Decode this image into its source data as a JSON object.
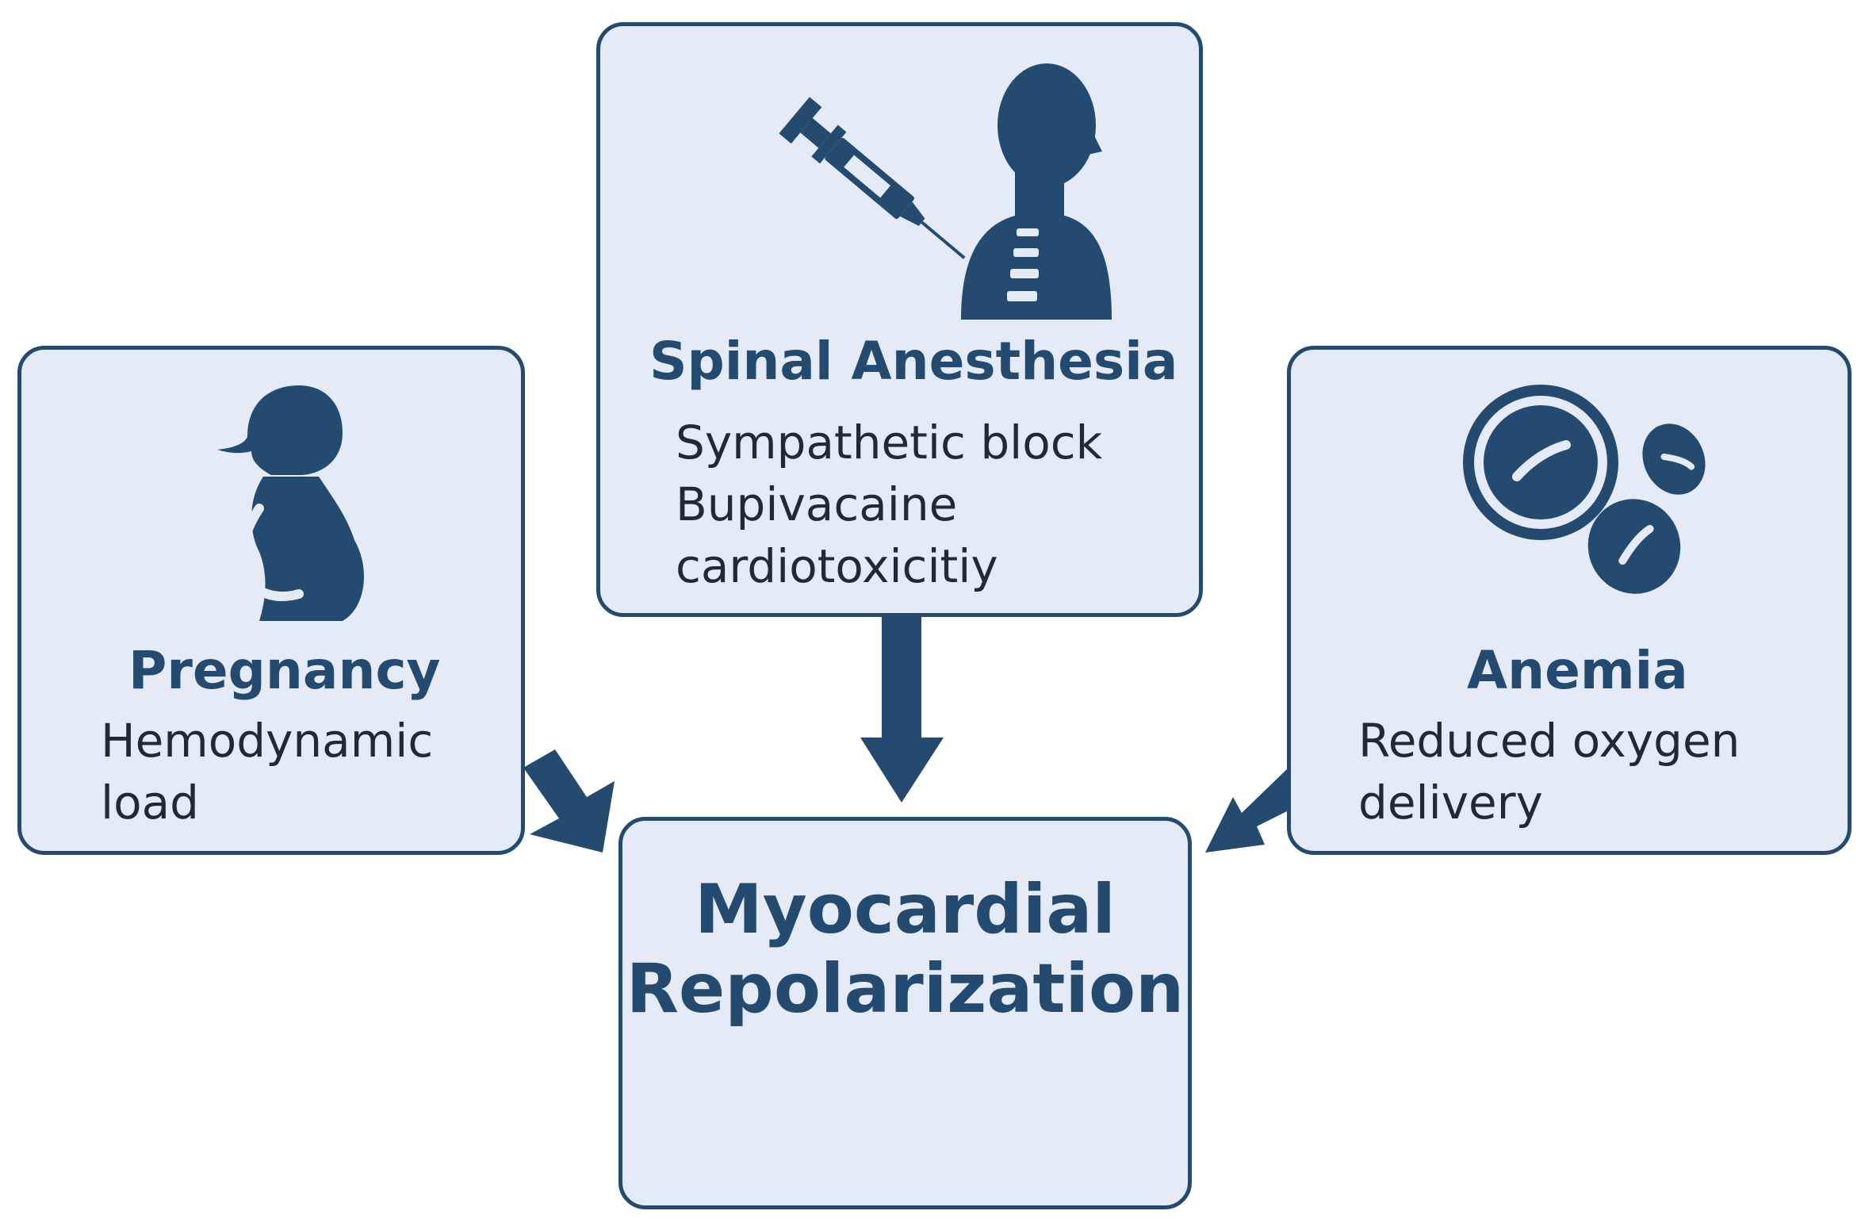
{
  "nodes": {
    "spinal": {
      "title": "Spinal Anesthesia",
      "lines": [
        "Sympathetic block",
        "Bupivacaine",
        "cardiotoxicitiy"
      ],
      "icon": "syringe-spine-icon"
    },
    "pregnancy": {
      "title": "Pregnancy",
      "lines": [
        "Hemodynamic",
        "load"
      ],
      "icon": "pregnant-woman-icon"
    },
    "anemia": {
      "title": "Anemia",
      "lines": [
        "Reduced oxygen",
        "delivery"
      ],
      "icon": "red-blood-cells-icon"
    },
    "outcome": {
      "lines": [
        "Myocardial",
        "Repolarization"
      ]
    }
  },
  "colors": {
    "box_fill": "#e4ebf6",
    "accent": "#244b6f",
    "text": "#1f2a35"
  }
}
